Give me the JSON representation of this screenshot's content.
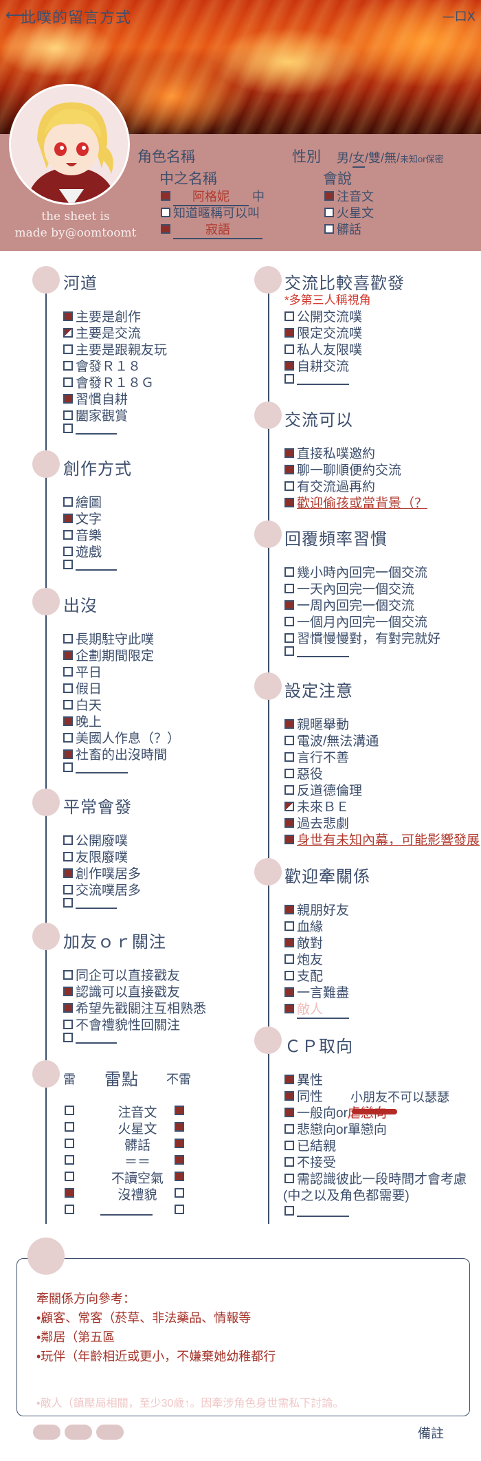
{
  "header": {
    "title": "此噗的留言方式",
    "window_ctrl": "—口X"
  },
  "profile": {
    "credit_line1": "the sheet is",
    "credit_line2": "made by@oomtoomt",
    "char_name_label": "角色名稱",
    "gender_label": "性別",
    "gender_options_prefix": "男/",
    "gender_selected": "女",
    "gender_options_rest": "/雙/無/",
    "gender_unknown": "未知or保密",
    "alias_label": "中之名稱",
    "alias_value": "阿格妮",
    "alias_suffix": "中",
    "alias_opt2": "知道暱稱可以叫",
    "alias_value2": "寂語",
    "lang_label": "會說",
    "lang_1": "注音文",
    "lang_2": "火星文",
    "lang_3": "髒話"
  },
  "sections": {
    "heyday": {
      "title": "河道",
      "items": [
        "主要是創作",
        "主要是交流",
        "主要是跟親友玩",
        "會發Ｒ１８",
        "會發Ｒ１８Ｇ",
        "習慣自耕",
        "闔家觀賞"
      ]
    },
    "create": {
      "title": "創作方式",
      "items": [
        "繪圖",
        "文字",
        "音樂",
        "遊戲"
      ]
    },
    "appear": {
      "title": "出沒",
      "items": [
        "長期駐守此噗",
        "企劃期間限定",
        "平日",
        "假日",
        "白天",
        "晚上",
        "美國人作息（？）",
        "社畜的出沒時間"
      ]
    },
    "usual": {
      "title": "平常會發",
      "items": [
        "公開廢噗",
        "友限廢噗",
        "創作噗居多",
        "交流噗居多"
      ]
    },
    "follow": {
      "title": "加友ｏｒ關注",
      "items": [
        "同企可以直接戳友",
        "認識可以直接戳友",
        "希望先戳關注互相熟悉",
        "不會禮貌性回關注"
      ]
    },
    "mine": {
      "title_left": "雷",
      "title": "雷點",
      "title_right": "不雷",
      "rows": [
        "注音文",
        "火星文",
        "髒話",
        "＝＝",
        "不讀空氣",
        "沒禮貌"
      ]
    },
    "prefer": {
      "title": "交流比較喜歡發",
      "note": "*多第三人稱視角",
      "items": [
        "公開交流噗",
        "限定交流噗",
        "私人友限噗",
        "自耕交流"
      ]
    },
    "ok": {
      "title": "交流可以",
      "items": [
        "直接私噗邀約",
        "聊一聊順便約交流",
        "有交流過再約",
        "歡迎偷孩或當背景（？"
      ]
    },
    "reply": {
      "title": "回覆頻率習慣",
      "items": [
        "幾小時內回完一個交流",
        "一天內回完一個交流",
        "一周內回完一個交流",
        "一個月內回完一個交流",
        "習慣慢慢對，有對完就好"
      ]
    },
    "setting": {
      "title": "設定注意",
      "items": [
        "親暱舉動",
        "電波/無法溝通",
        "言行不善",
        "惡役",
        "反道德倫理",
        "未來ＢＥ",
        "過去悲劇",
        "身世有未知內幕，可能影響發展"
      ]
    },
    "rel": {
      "title": "歡迎牽關係",
      "items": [
        "親朋好友",
        "血緣",
        "敵對",
        "炮友",
        "支配",
        "一言難盡",
        "敵人"
      ]
    },
    "cp": {
      "title": "ＣＰ取向",
      "items": [
        "異性",
        "同性",
        "一般向or",
        "悲戀向or單戀向",
        "已結親",
        "不接受",
        "需認識彼此一段時間才會考慮",
        "(中之以及角色都需要)"
      ],
      "scribble_text": "小朋友不可以瑟瑟",
      "struck": "虐戀向"
    }
  },
  "notes": {
    "line1": "牽關係方向參考：",
    "line2": "•顧客、常客（菸草、非法藥品、情報等",
    "line3": "•鄰居（第五區",
    "line4": "•玩伴（年齡相近或更小，不嫌棄她幼稚都行",
    "line5": "•敵人（鎮壓局相關，至少30歲↑。因牽涉角色身世需私下討論。",
    "remark": "備註"
  },
  "colors": {
    "band": "#c48e8a",
    "ink": "#3d4f6d",
    "check": "#8b2f2a",
    "dot": "#e6cfcf"
  }
}
